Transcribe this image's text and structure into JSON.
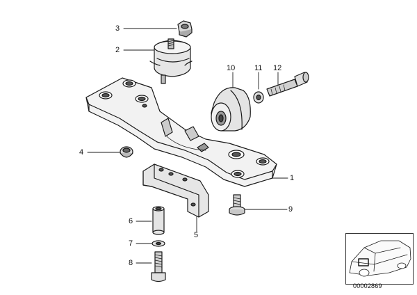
{
  "diagram": {
    "callouts": [
      {
        "id": "3",
        "label": "3"
      },
      {
        "id": "2",
        "label": "2"
      },
      {
        "id": "10",
        "label": "10"
      },
      {
        "id": "11",
        "label": "11"
      },
      {
        "id": "12",
        "label": "12"
      },
      {
        "id": "4",
        "label": "4"
      },
      {
        "id": "1",
        "label": "1"
      },
      {
        "id": "9",
        "label": "9"
      },
      {
        "id": "6",
        "label": "6"
      },
      {
        "id": "5",
        "label": "5"
      },
      {
        "id": "7",
        "label": "7"
      },
      {
        "id": "8",
        "label": "8"
      }
    ],
    "document_number": "00002869",
    "colors": {
      "line": "#1a1a1a",
      "fill_light": "#ffffff",
      "fill_mid": "#bfbfbf",
      "fill_dark": "#666666"
    }
  }
}
